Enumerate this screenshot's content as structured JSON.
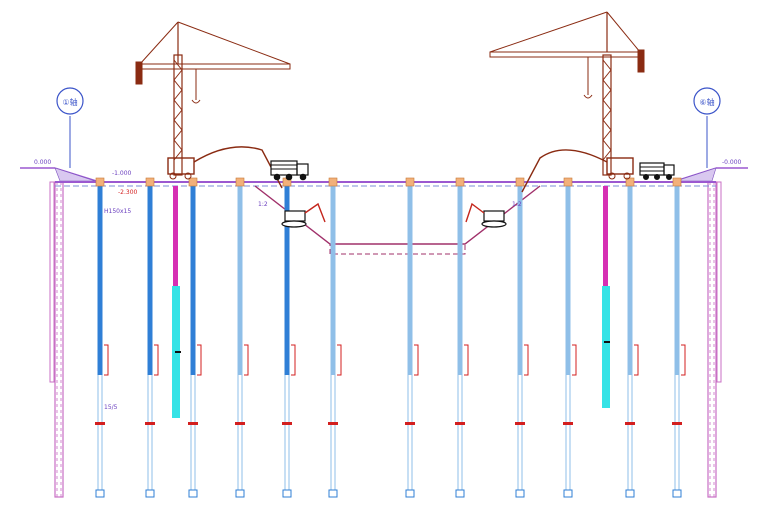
{
  "drawing": {
    "axis_left": "①轴",
    "axis_right": "⑥轴",
    "elev_ground_left": "0.000",
    "elev_ground_right": "-0.000",
    "elev_cap": "-1.000",
    "elev_cut": "-2.300",
    "strut_spec": "H150x15",
    "pit_slope_left": "1:2",
    "pit_slope_right": "1:2",
    "pile_mark": "15/5"
  },
  "colors": {
    "pile_blue": "#2f7fd6",
    "pile_light": "#8fbfe8",
    "pile_magenta": "#d62fb4",
    "pile_cyan": "#35e3e6",
    "retaining_wall": "#c86fc4",
    "crane": "#8a2b12",
    "excavation": "#a0306a",
    "ground": "#9b59d0",
    "annotation": "#6a3fbf",
    "axis_bubble": "#3b54c9",
    "red_detail": "#d31f1f"
  },
  "icons": [
    "tower-crane-icon",
    "excavator-icon",
    "dump-truck-icon",
    "drilling-rig-icon"
  ]
}
